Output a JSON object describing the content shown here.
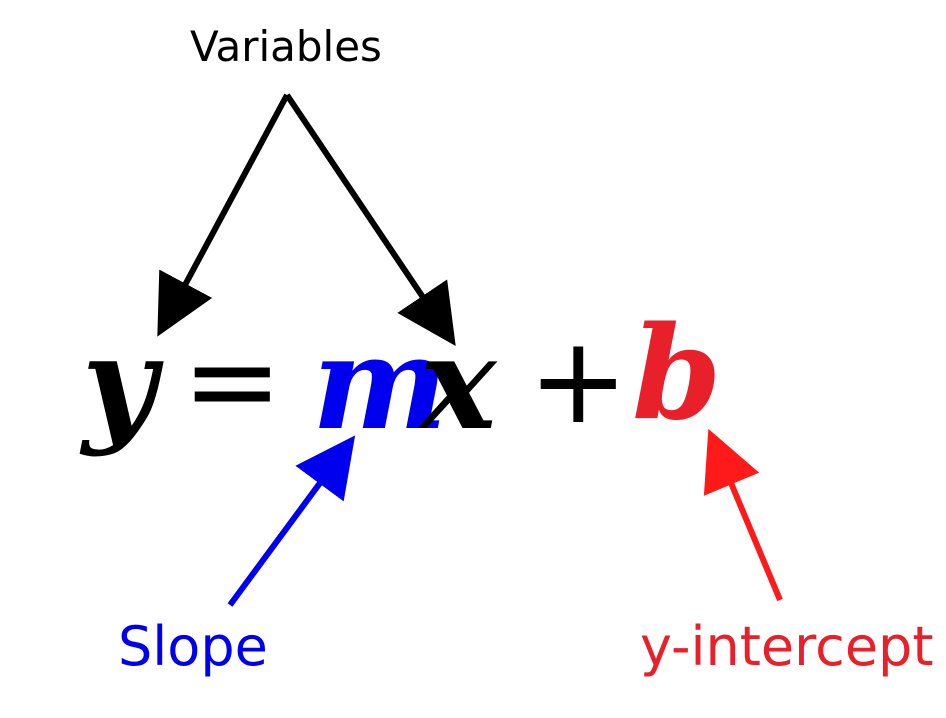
{
  "labels": {
    "variables": "Variables",
    "slope": "Slope",
    "intercept": "y-intercept"
  },
  "equation": {
    "y": "y",
    "equals": "=",
    "m": "m",
    "x": "x",
    "plus": "+",
    "b": "b"
  },
  "colors": {
    "variables": "#000000",
    "slope": "#0000ee",
    "intercept": "#e8202a"
  }
}
